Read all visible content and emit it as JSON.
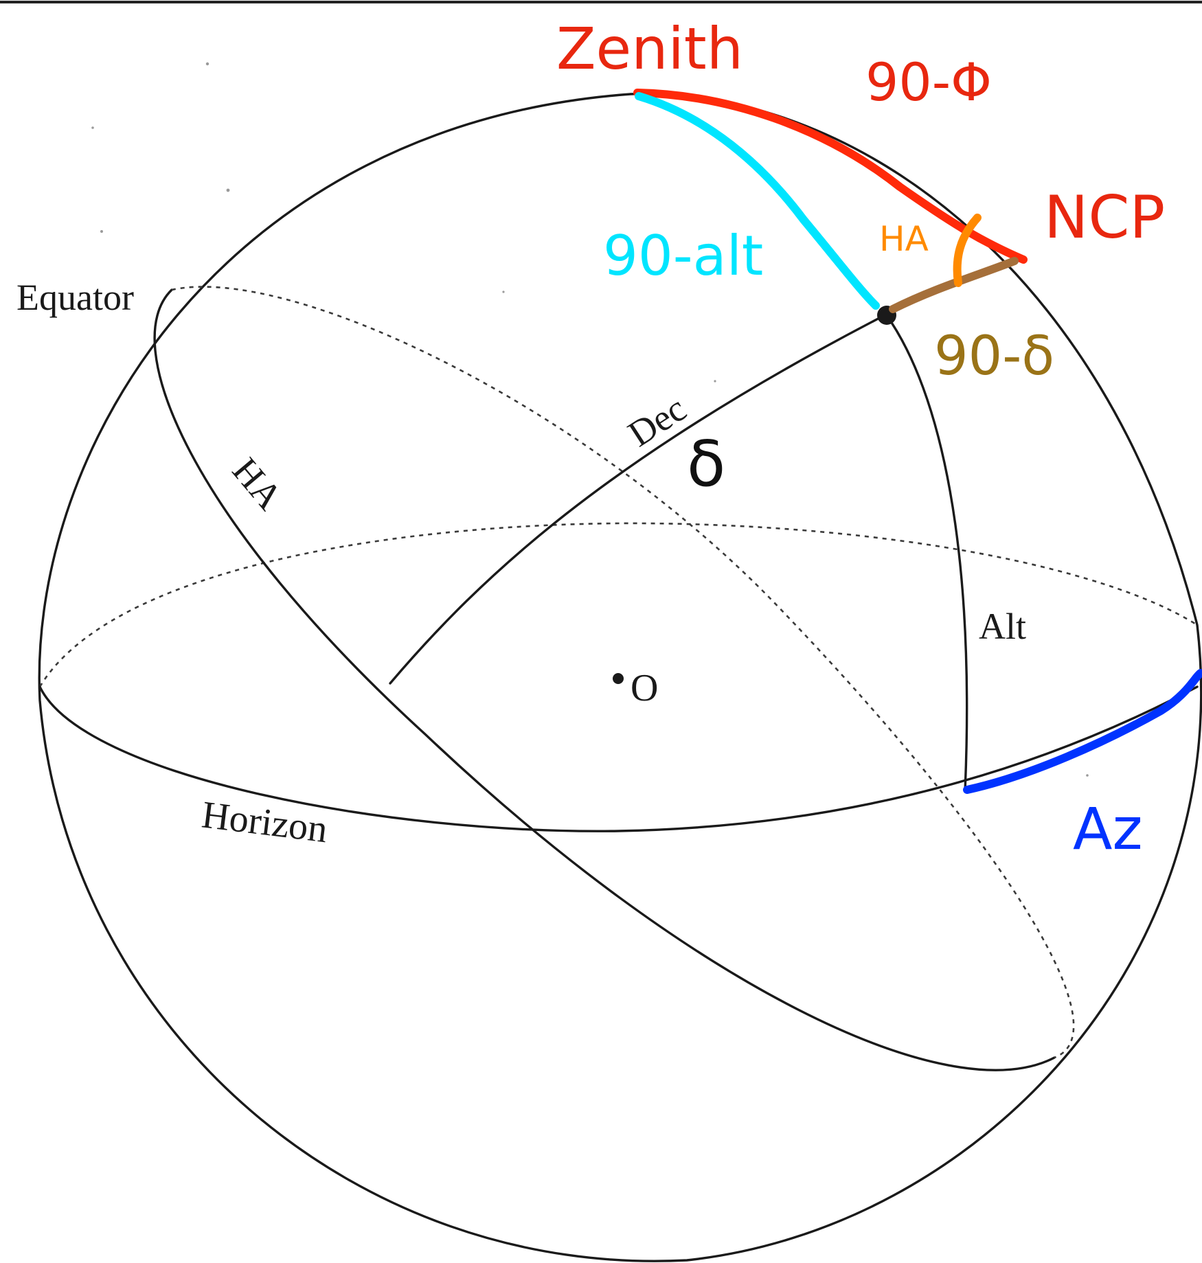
{
  "labels": {
    "zenith": "Zenith",
    "ncp": "NCP",
    "ninety_phi": "90-Φ",
    "ninety_alt": "90-alt",
    "ha_angle": "HA",
    "ninety_delta": "90-δ",
    "delta": "δ",
    "az": "Az",
    "equator": "Equator",
    "dec": "Dec",
    "ha_circle": "HA",
    "alt": "Alt",
    "origin": "O",
    "horizon": "Horizon"
  },
  "colors": {
    "zenith_ncp_arc": "#ff2a0a",
    "zenith_text": "#e8270f",
    "altitude_complement": "#00e5ff",
    "hour_angle": "#ff8a00",
    "declination_complement": "#a56f3a",
    "declination_complement_text": "#9a7317",
    "azimuth": "#0033ff",
    "ink": "#1a1a1a"
  }
}
